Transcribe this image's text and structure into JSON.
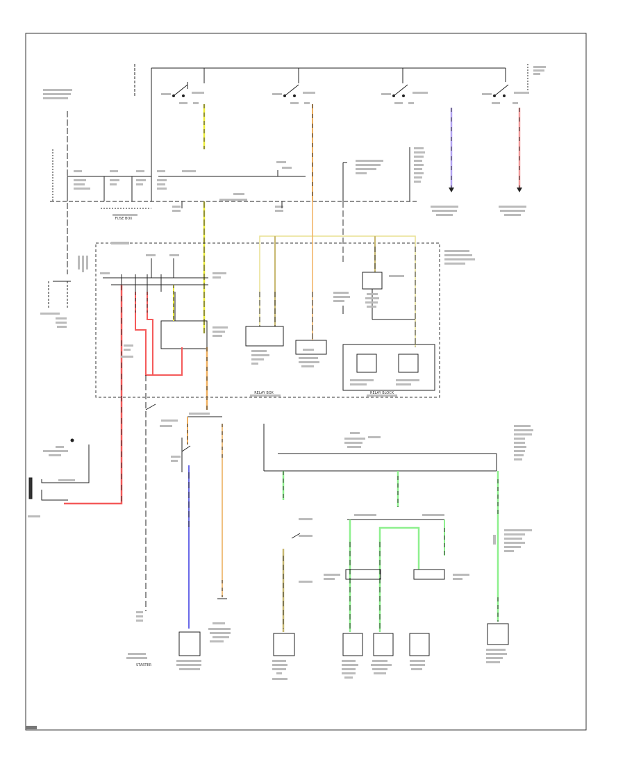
{
  "labels": {
    "starter_top": "STARTER",
    "starter_ghost": "STARTER",
    "fuse_box": "FUSE BOX",
    "under_hood_box": "UNDER-HOOD FUSE/RELAY BOX",
    "relay_box": "RELAY BOX",
    "relay_block": "RELAY BLOCK"
  },
  "colors": {
    "red": "#f45a5a",
    "yellow": "#eded3a",
    "orange": "#f0b060",
    "blue": "#6a6ae8",
    "pink": "#f29a9a",
    "lavender": "#b4a4f4",
    "green": "#8ef08e",
    "khaki": "#c8b870",
    "tan": "#e0c890",
    "black": "#111111"
  }
}
